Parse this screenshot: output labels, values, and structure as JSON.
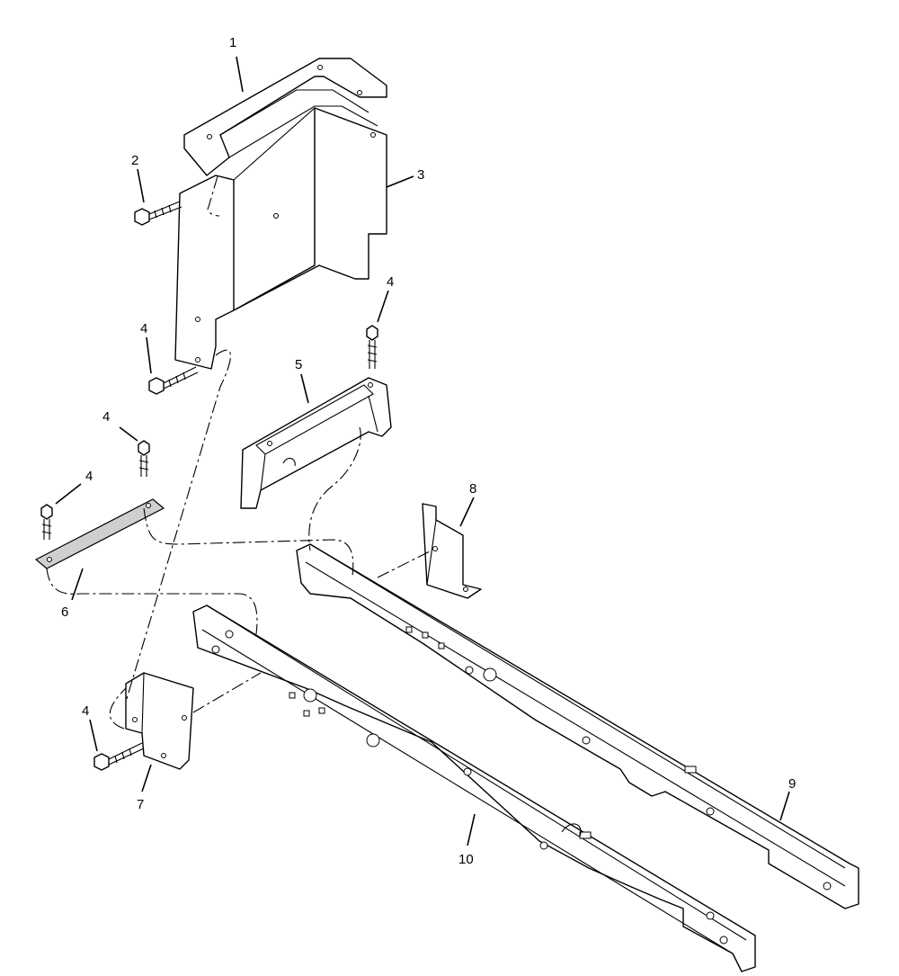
{
  "callouts": [
    {
      "id": "1",
      "text": "1"
    },
    {
      "id": "2",
      "text": "2"
    },
    {
      "id": "3",
      "text": "3"
    },
    {
      "id": "4a",
      "text": "4"
    },
    {
      "id": "4b",
      "text": "4"
    },
    {
      "id": "4c",
      "text": "4"
    },
    {
      "id": "4d",
      "text": "4"
    },
    {
      "id": "4e",
      "text": "4"
    },
    {
      "id": "5",
      "text": "5"
    },
    {
      "id": "6",
      "text": "6"
    },
    {
      "id": "7",
      "text": "7"
    },
    {
      "id": "8",
      "text": "8"
    },
    {
      "id": "9",
      "text": "9"
    },
    {
      "id": "10",
      "text": "10"
    }
  ],
  "colors": {
    "ink": "#000000",
    "paper": "#ffffff",
    "shade": "#cfcfcf"
  }
}
